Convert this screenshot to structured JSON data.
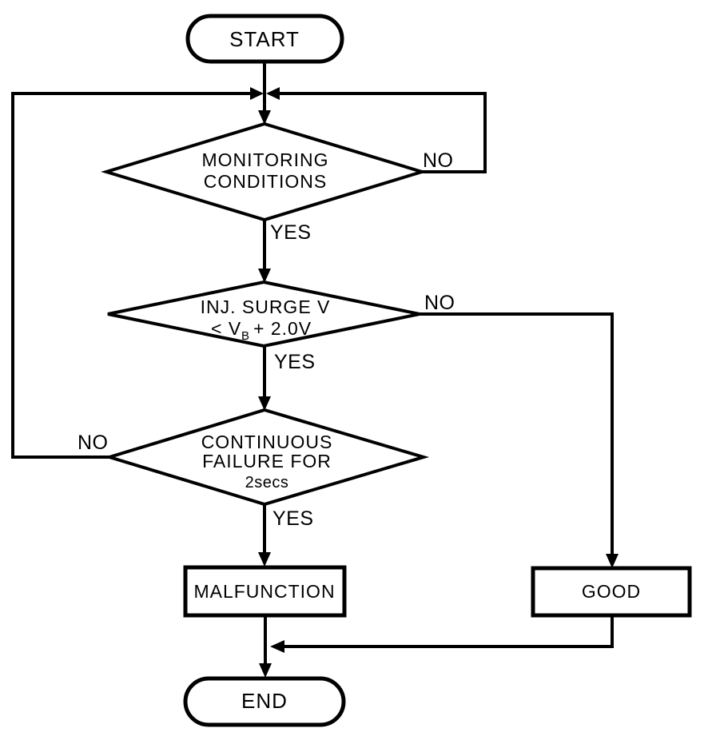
{
  "colors": {
    "line": "#000000",
    "background": "#ffffff",
    "text": "#000000"
  },
  "flowchart": {
    "start": {
      "label": "START"
    },
    "monitoring": {
      "line1": "MONITORING",
      "line2": "CONDITIONS",
      "no": "NO",
      "yes": "YES"
    },
    "inj_surge": {
      "line1": "INJ. SURGE V",
      "line2_prefix": "< V",
      "line2_sub": "B",
      "line2_suffix": "+ 2.0V",
      "no": "NO",
      "yes": "YES"
    },
    "continuous": {
      "line1": "CONTINUOUS",
      "line2": "FAILURE FOR",
      "line3": "2secs",
      "no": "NO",
      "yes": "YES"
    },
    "malfunction": {
      "label": "MALFUNCTION"
    },
    "good": {
      "label": "GOOD"
    },
    "end": {
      "label": "END"
    }
  }
}
